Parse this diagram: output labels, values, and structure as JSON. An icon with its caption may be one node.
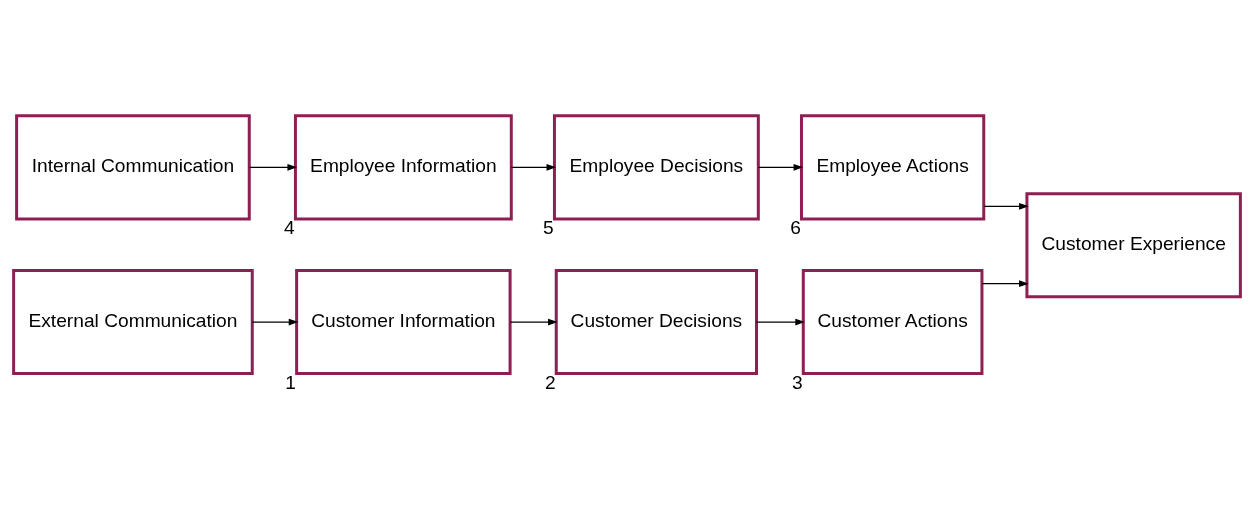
{
  "diagram": {
    "nodes": [
      {
        "text": [
          "Internal Communication"
        ]
      },
      {
        "text": [
          "External Communication"
        ]
      },
      {
        "text": [
          "Employee Information"
        ],
        "beside": [
          "4"
        ]
      },
      {
        "text": [
          "Employee Decisions"
        ],
        "beside": [
          "5"
        ]
      },
      {
        "text": [
          "Employee Actions"
        ],
        "beside": [
          "6"
        ]
      },
      {
        "text": [
          "Customer Information"
        ],
        "beside": [
          "1"
        ]
      },
      {
        "text": [
          "Customer Decisions"
        ],
        "beside": [
          "2"
        ]
      },
      {
        "text": [
          "Customer Actions"
        ],
        "beside": [
          "3"
        ]
      },
      {
        "text": [
          "Customer Experience"
        ]
      }
    ],
    "edges": [
      {
        "from": 0,
        "to": 2,
        "arrow": "to"
      },
      {
        "from": 1,
        "to": 5,
        "arrow": "to"
      },
      {
        "from": 2,
        "to": 3,
        "arrow": "to"
      },
      {
        "from": 3,
        "to": 4,
        "arrow": "to"
      },
      {
        "from": 4,
        "to": 8,
        "arrow": "to"
      },
      {
        "from": 5,
        "to": 6,
        "arrow": "to"
      },
      {
        "from": 6,
        "to": 7,
        "arrow": "to"
      },
      {
        "from": 7,
        "to": 8,
        "arrow": "to"
      }
    ]
  }
}
